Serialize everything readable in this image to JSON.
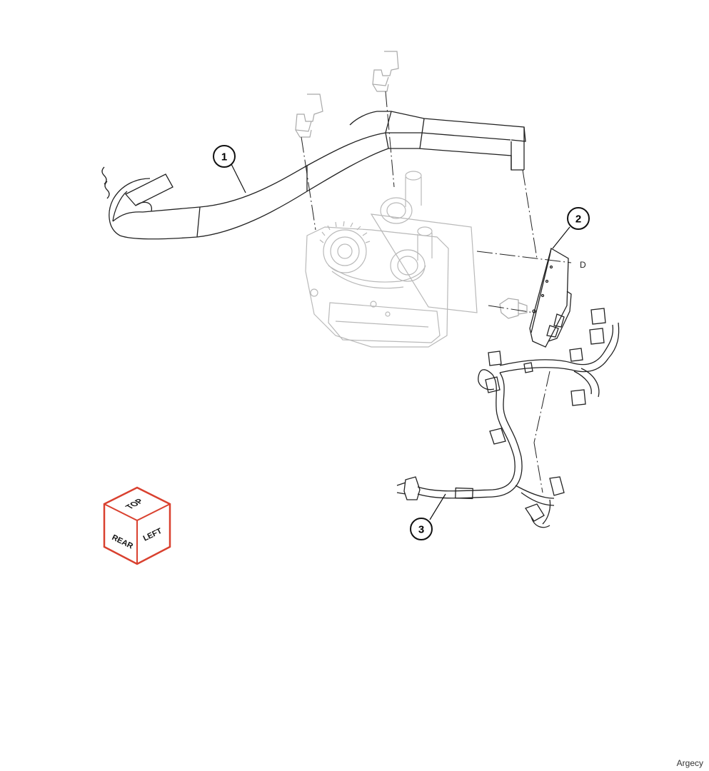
{
  "callouts": [
    {
      "id": "1",
      "label": "1"
    },
    {
      "id": "2",
      "label": "2"
    },
    {
      "id": "3",
      "label": "3"
    }
  ],
  "reference_label": "D",
  "orientation_cube": {
    "top": "TOP",
    "rear": "REAR",
    "left": "LEFT",
    "border_color": "#d9412f"
  },
  "watermark": "Argecy"
}
